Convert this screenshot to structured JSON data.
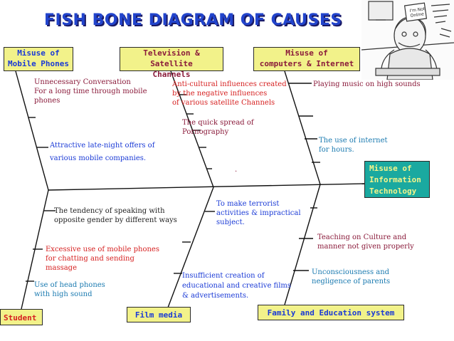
{
  "title": "FISH BONE DIAGRAM OF CAUSES",
  "categories": {
    "mobile": [
      "Misuse of",
      "Mobile Phones"
    ],
    "tv": [
      "Television & Satellite",
      "Channels"
    ],
    "computers": [
      "Misuse of",
      "computers & Internet"
    ],
    "student": "Student",
    "film": "Film media",
    "family": "Family and Education system"
  },
  "effect": [
    "Misuse of",
    "Information",
    "Technology"
  ],
  "causes": {
    "unnecessary": [
      "Unnecessary Conversation",
      "For a long time through mobile",
      "phones"
    ],
    "late_night": [
      "Attractive late-night offers of",
      "various mobile companies."
    ],
    "anti_cultural": [
      "Anti-cultural influences created",
      "by the negative influences",
      "of  various satellite Channels"
    ],
    "pornography": [
      "The quick spread of",
      " Pornography"
    ],
    "music": "Playing music on high sounds",
    "internet_hours": [
      "The use of internet",
      "for hours."
    ],
    "terrorist": [
      "To make  terrorist",
      "activities & impractical",
      "subject."
    ],
    "opposite_gender": [
      "The tendency of speaking with",
      "opposite gender by different ways"
    ],
    "excessive_mobile": [
      "Excessive use of mobile phones",
      "for chatting and sending",
      "massage"
    ],
    "head_phones": [
      "Use of head phones",
      "with high sound"
    ],
    "insufficient": [
      "Insufficient creation of",
      "educational and creative films",
      "& advertisements."
    ],
    "culture": [
      "Teaching on Culture and",
      "manner not given properly"
    ],
    "unconsciousness": [
      "Unconsciousness and",
      "negligence of parents"
    ]
  },
  "cartoon_sign": [
    "I'm Not",
    "Online"
  ],
  "colors": {
    "box_yellow": "#f2f28a",
    "effect_teal": "#1aa9a0",
    "title_blue": "#2244cc",
    "bone": "#111111"
  }
}
